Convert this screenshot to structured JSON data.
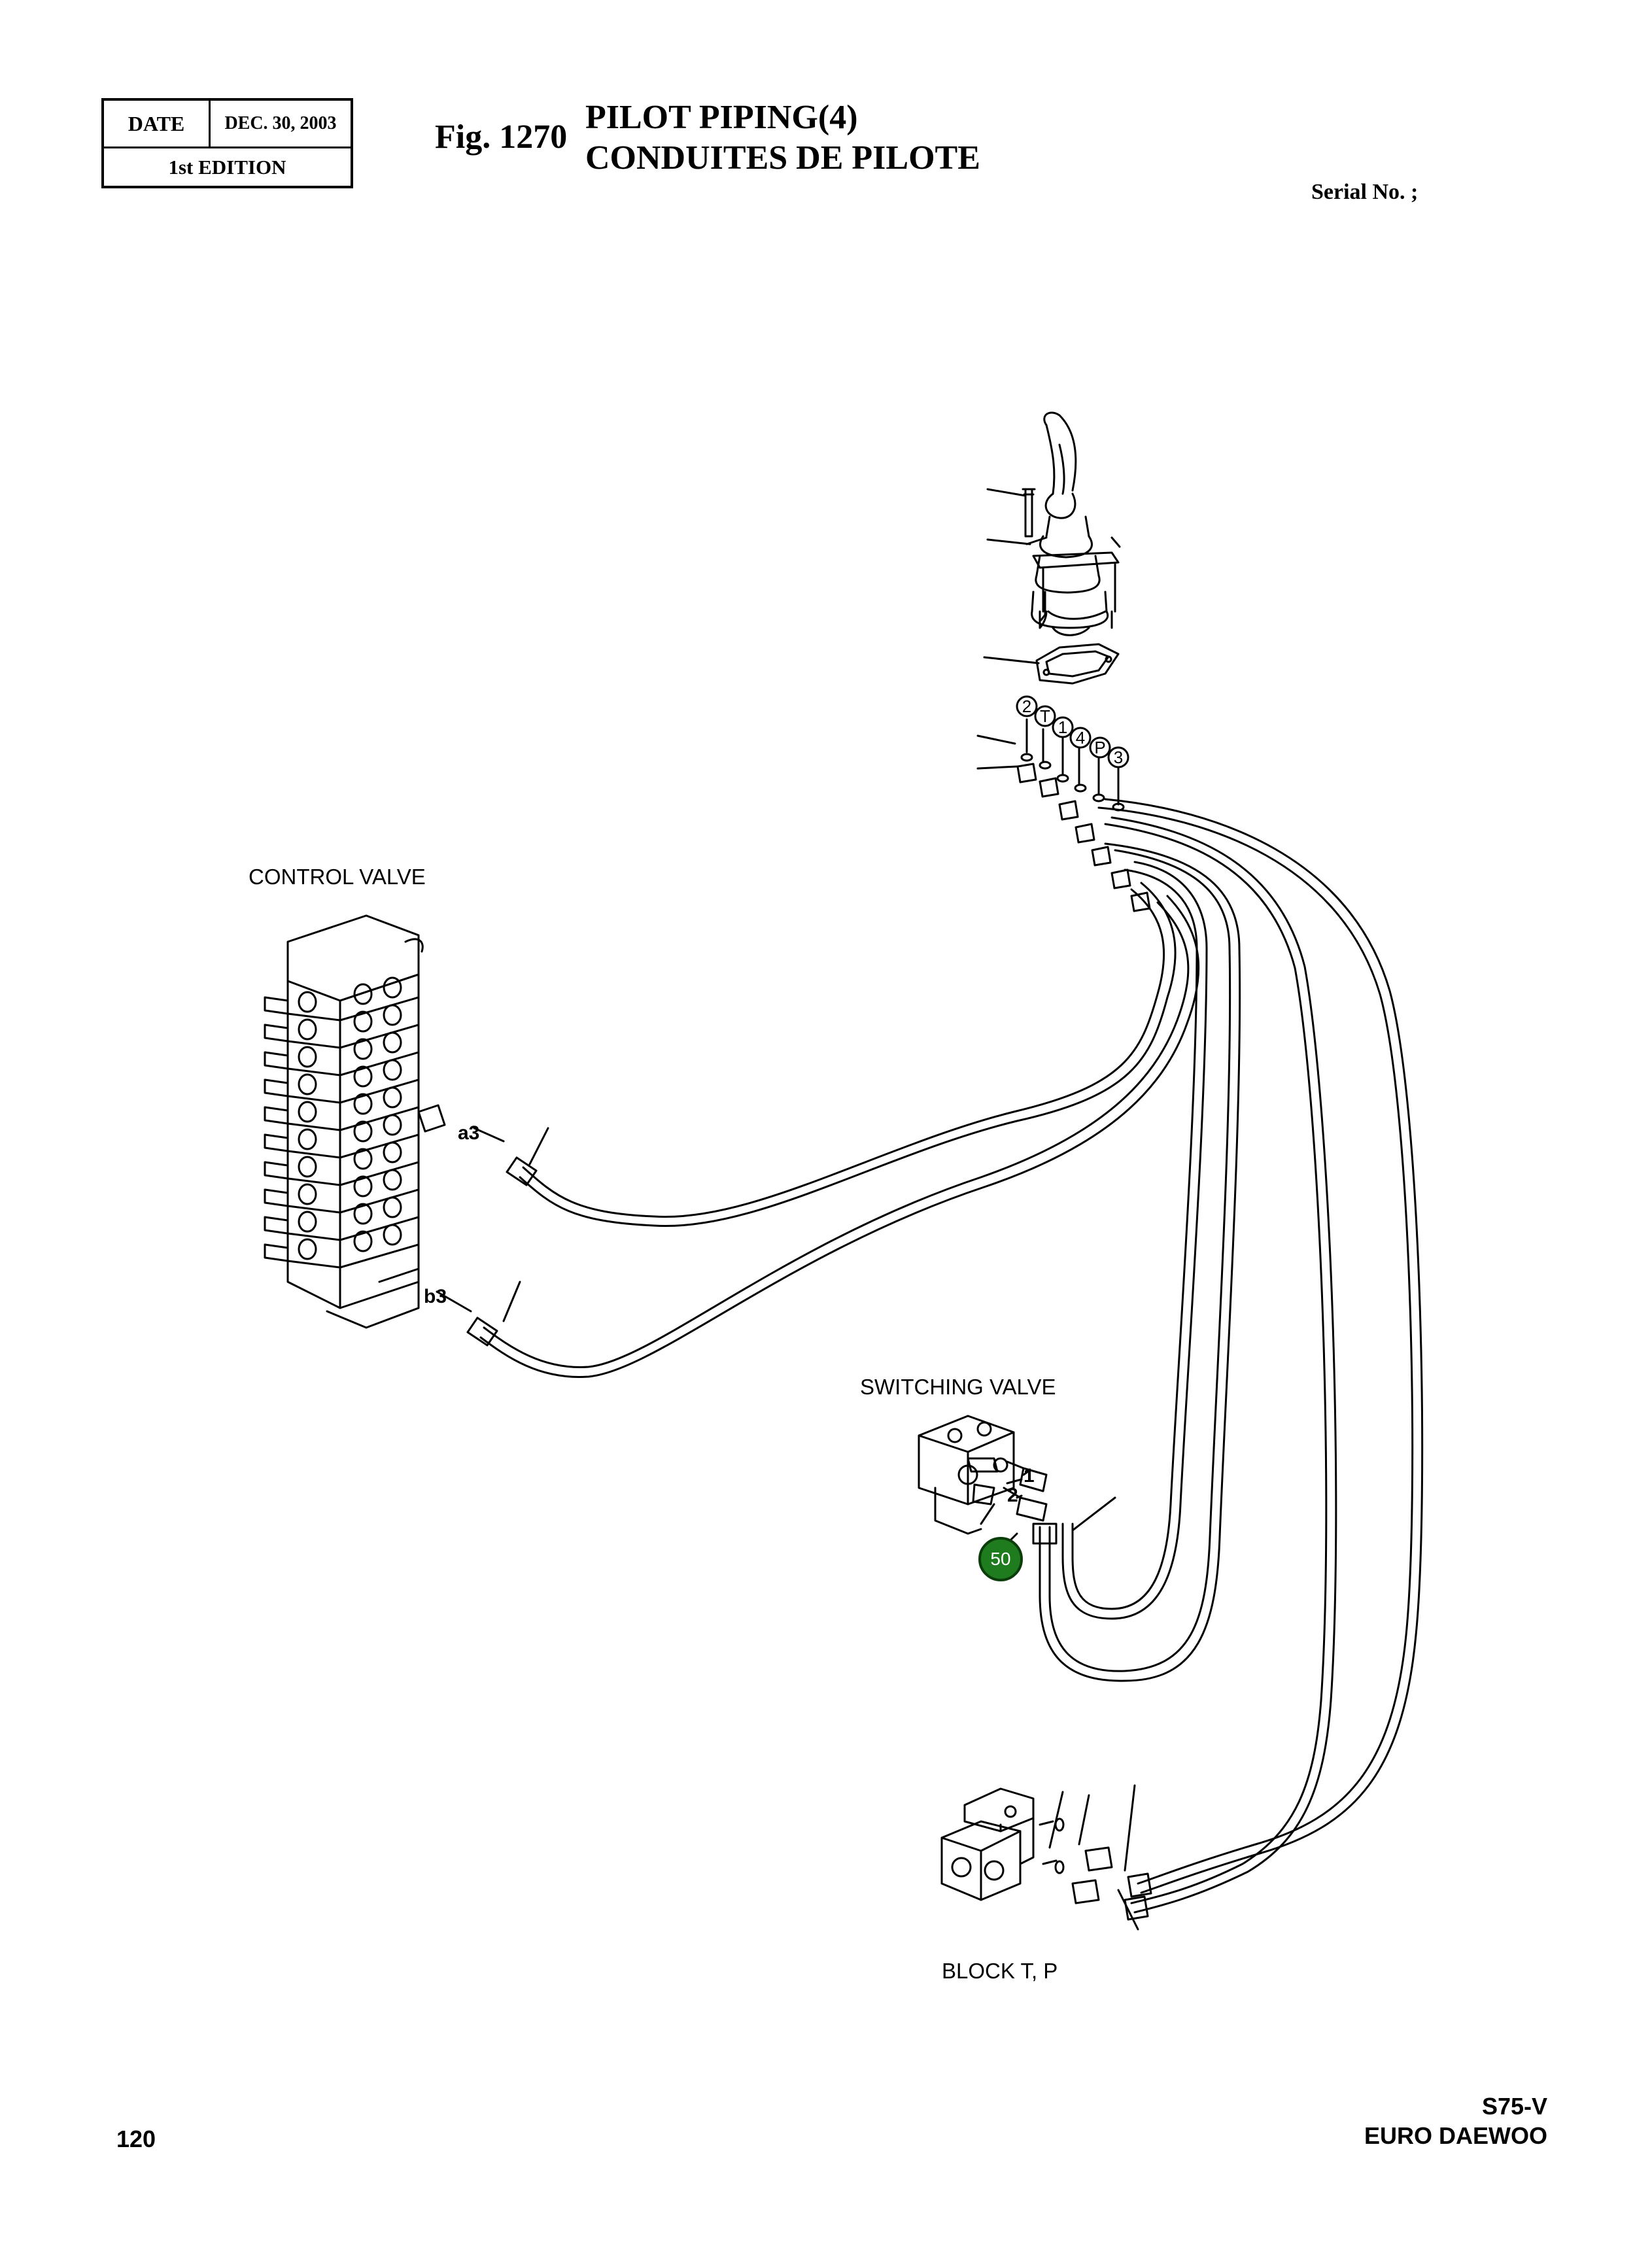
{
  "header": {
    "date_label": "DATE",
    "date_value": "DEC. 30, 2003",
    "edition": "1st EDITION",
    "fig_number": "Fig. 1270",
    "title_en": "PILOT PIPING(4)",
    "title_fr": "CONDUITES DE PILOTE",
    "serial": "Serial No. ;"
  },
  "diagram": {
    "labels": {
      "control_valve": "CONTROL VALVE",
      "switching_valve": "SWITCHING VALVE",
      "block": "BLOCK T, P",
      "port_a3": "a3",
      "port_b3": "b3",
      "port_1": "1",
      "port_2": "2"
    },
    "joystick_ports": [
      "2",
      "T",
      "1",
      "4",
      "P",
      "3"
    ],
    "callout": "50",
    "callout_color": "#1e7b1e"
  },
  "footer": {
    "page": "120",
    "model": "S75-V",
    "brand": "EURO DAEWOO"
  }
}
